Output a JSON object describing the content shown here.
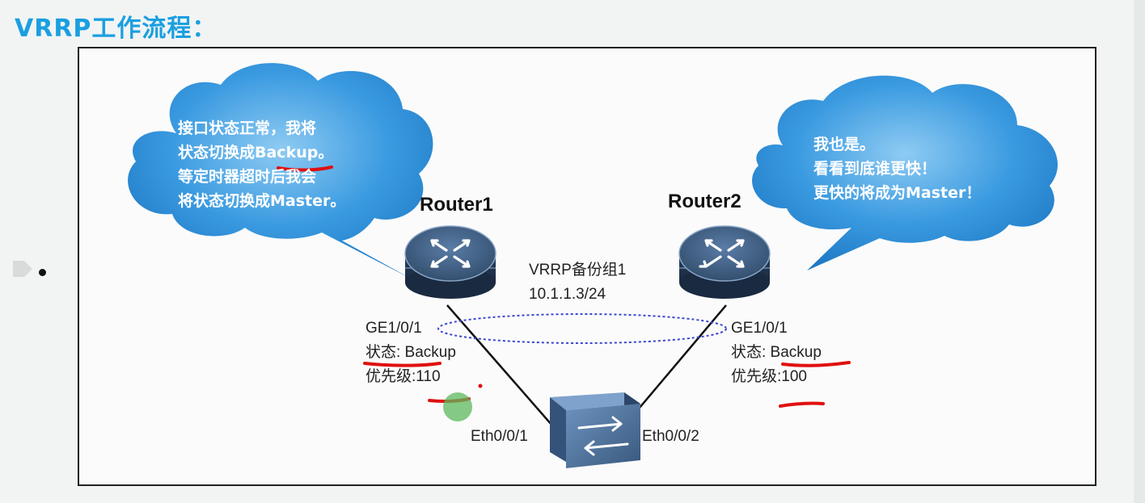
{
  "title": "VRRP工作流程：",
  "cloud_left": {
    "lines": [
      "接口状态正常，我将",
      "状态切换成Backup。",
      "等定时器超时后我会",
      "将状态切换成Master。"
    ]
  },
  "cloud_right": {
    "lines": [
      "我也是。",
      "看看到底谁更快！",
      "更快的将成为Master！"
    ]
  },
  "router1": {
    "name": "Router1",
    "interface": "GE1/0/1",
    "state": "状态: Backup",
    "priority": "优先级:110"
  },
  "router2": {
    "name": "Router2",
    "interface": "GE1/0/1",
    "state": "状态: Backup",
    "priority": "优先级:100"
  },
  "vrrp_group": {
    "name": "VRRP备份组1",
    "address": "10.1.1.3/24"
  },
  "switch": {
    "port_left": "Eth0/0/1",
    "port_right": "Eth0/0/2"
  },
  "colors": {
    "title": "#1a9fe0",
    "cloud": "#2e8fd8",
    "router_top": "#3f5f86",
    "annotation": "#e01010",
    "vrrp_ellipse": "#3b46d0"
  },
  "icons": [
    "router-icon",
    "switch-icon",
    "bullet-arrow-icon"
  ]
}
